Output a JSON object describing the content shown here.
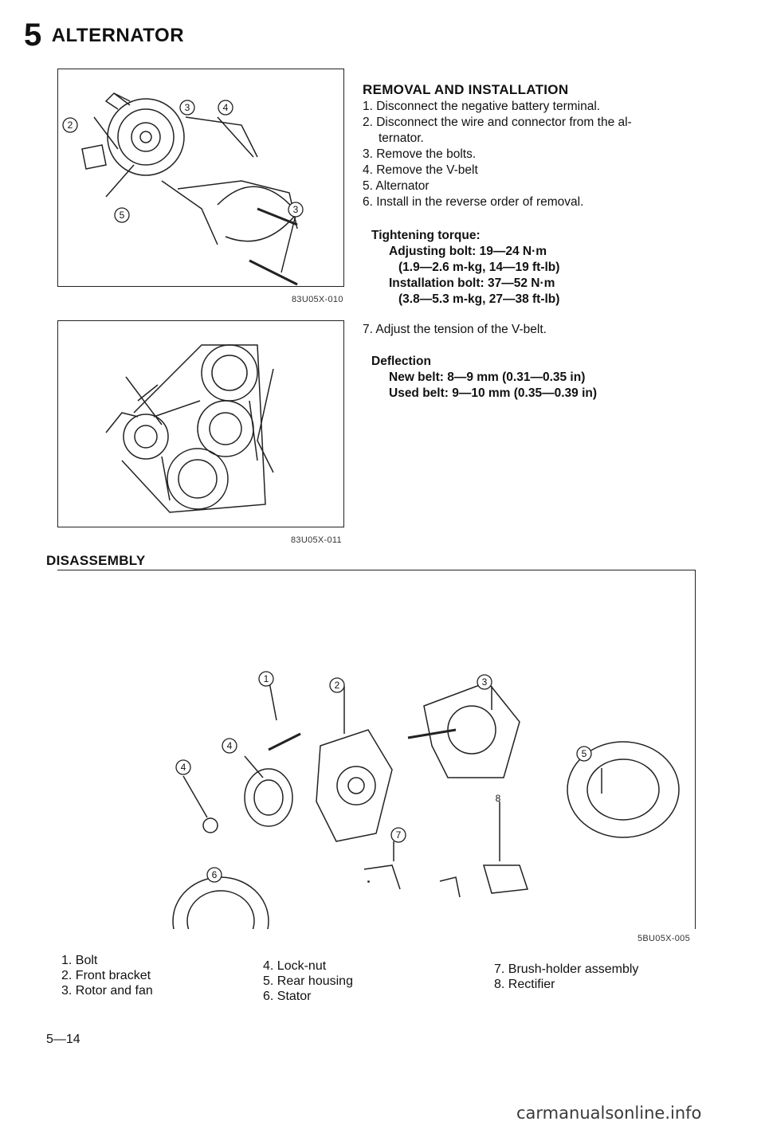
{
  "header": {
    "section_number": "5",
    "title": "ALTERNATOR"
  },
  "figure1": {
    "code": "83U05X-010",
    "callouts": [
      "2",
      "3",
      "4",
      "5",
      "3"
    ]
  },
  "figure2": {
    "code": "83U05X-011"
  },
  "removal": {
    "title": "REMOVAL AND INSTALLATION",
    "steps": [
      "1. Disconnect the negative battery terminal.",
      "2. Disconnect the wire and connector from the al-",
      "ternator.",
      "3. Remove the bolts.",
      "4. Remove the V-belt",
      "5. Alternator",
      "6. Install in the reverse order of removal."
    ],
    "torque": {
      "title": "Tightening torque:",
      "lines": [
        "Adjusting bolt: 19—24 N·m",
        "(1.9—2.6 m-kg, 14—19 ft-lb)",
        "Installation bolt: 37—52 N·m",
        "(3.8—5.3 m-kg, 27—38 ft-lb)"
      ]
    },
    "step7": "7. Adjust the tension of the V-belt.",
    "deflection": {
      "title": "Deflection",
      "lines": [
        "New belt: 8—9 mm (0.31—0.35 in)",
        "Used belt: 9—10 mm (0.35—0.39 in)"
      ]
    }
  },
  "disassembly": {
    "title": "DISASSEMBLY",
    "code": "5BU05X-005",
    "callouts": [
      "1",
      "2",
      "3",
      "4",
      "4",
      "5",
      "6",
      "7",
      "8"
    ],
    "legend": [
      [
        "1. Bolt",
        "2. Front bracket",
        "3. Rotor and fan"
      ],
      [
        "4. Lock-nut",
        "5. Rear housing",
        "6. Stator"
      ],
      [
        "7. Brush-holder assembly",
        "8. Rectifier"
      ]
    ]
  },
  "footer": {
    "page_number": "5—14",
    "watermark": "carmanualsonline.info"
  }
}
